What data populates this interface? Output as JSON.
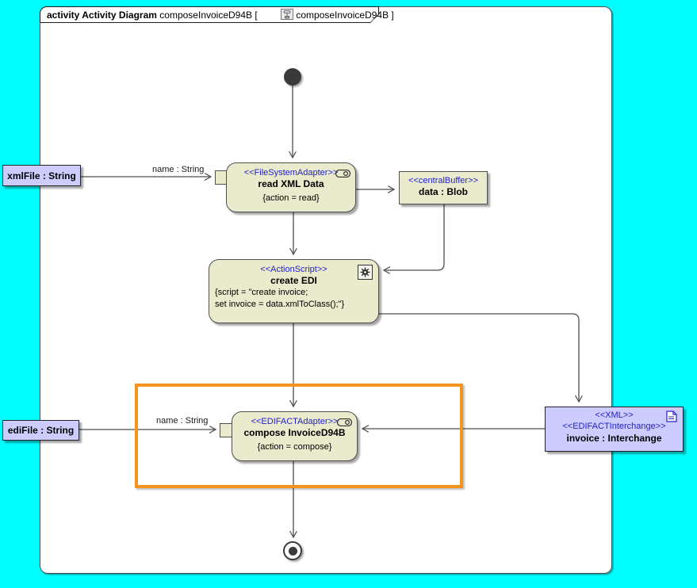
{
  "window": {
    "background_color": "#00FFFF"
  },
  "frame": {
    "header": {
      "kind_and_type": "activity Activity Diagram",
      "context_name": " composeInvoiceD94B [",
      "diagram_name": "composeInvoiceD94B ]",
      "icon": "activity-diagram-icon"
    }
  },
  "nodes": {
    "read_xml_action": {
      "stereotype": "<<FileSystemAdapter>>",
      "name": "read XML Data",
      "constraint": "{action = read}",
      "icon": "call-behavior-icon"
    },
    "central_buffer": {
      "stereotype": "<<centralBuffer>>",
      "name": "data : Blob"
    },
    "create_edi_action": {
      "stereotype": "<<ActionScript>>",
      "name": "create EDI",
      "script_line1": "{script = \"create invoice;",
      "script_line2": "set invoice = data.xmlToClass();\"}",
      "icon": "gear-icon"
    },
    "compose_action": {
      "stereotype": "<<EDIFACTAdapter>>",
      "name": "compose InvoiceD94B",
      "constraint": "{action = compose}",
      "icon": "call-behavior-icon"
    },
    "invoice_object": {
      "stereotype_1": "<<XML>>",
      "stereotype_2": "<<EDIFACTInterchange>>",
      "name": "invoice : Interchange",
      "icon": "document-icon"
    },
    "xml_file_param": {
      "name": "xmlFile : String"
    },
    "edi_file_param": {
      "name": "ediFile : String"
    }
  },
  "edges": {
    "read_pin_label": "name : String",
    "compose_pin_label": "name : String"
  },
  "colors": {
    "background": "#00FFFF",
    "action_fill": "#EAEACD",
    "object_fill": "#CCCCFF",
    "stereotype_text": "#2222CC",
    "edge_line": "#4D4D4D",
    "highlight_border": "#F7941E"
  }
}
